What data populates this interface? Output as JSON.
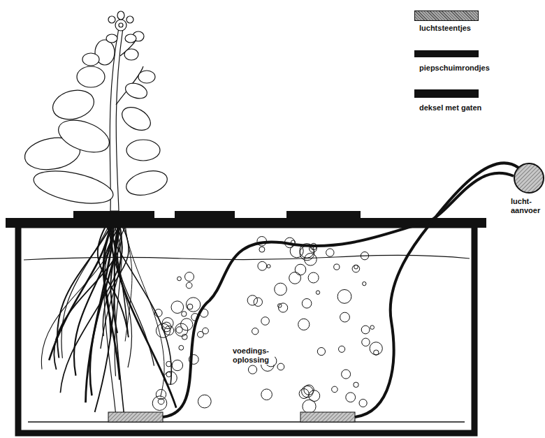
{
  "diagram": {
    "labels": [
      "lucht- aanvoer",
      "voedings- oplossing"
    ],
    "legend": [
      {
        "text": "luchtsteentjes",
        "color": "#a8a8a8"
      },
      {
        "text": "piepschuimrondjes",
        "color": "#111111"
      },
      {
        "text": "deksel met gaten",
        "color": "#111111"
      }
    ]
  }
}
